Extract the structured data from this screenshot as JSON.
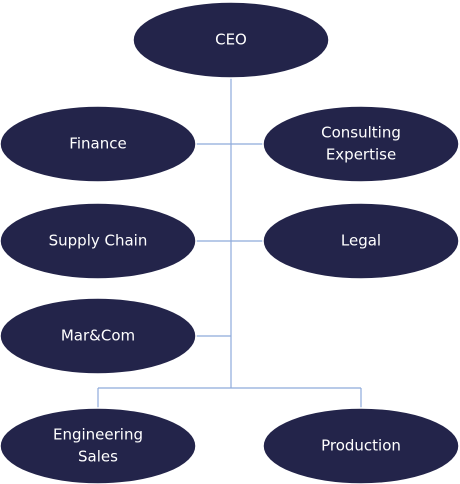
{
  "diagram": {
    "nodes": [
      {
        "id": "ceo",
        "lines": [
          "CEO"
        ]
      },
      {
        "id": "finance",
        "lines": [
          "Finance"
        ]
      },
      {
        "id": "consulting-expertise",
        "lines": [
          "Consulting",
          "Expertise"
        ]
      },
      {
        "id": "supply-chain",
        "lines": [
          "Supply Chain"
        ]
      },
      {
        "id": "legal",
        "lines": [
          "Legal"
        ]
      },
      {
        "id": "mar-com",
        "lines": [
          "Mar&Com"
        ]
      },
      {
        "id": "engineering-sales",
        "lines": [
          "Engineering",
          "Sales"
        ]
      },
      {
        "id": "production",
        "lines": [
          "Production"
        ]
      }
    ],
    "edges": [
      [
        "ceo",
        "finance"
      ],
      [
        "ceo",
        "consulting-expertise"
      ],
      [
        "ceo",
        "supply-chain"
      ],
      [
        "ceo",
        "legal"
      ],
      [
        "ceo",
        "mar-com"
      ],
      [
        "ceo",
        "engineering-sales"
      ],
      [
        "ceo",
        "production"
      ]
    ],
    "colors": {
      "node_fill": "#23244a",
      "node_border": "#ffffff",
      "connector": "#8eaadb",
      "label": "#ffffff"
    }
  }
}
